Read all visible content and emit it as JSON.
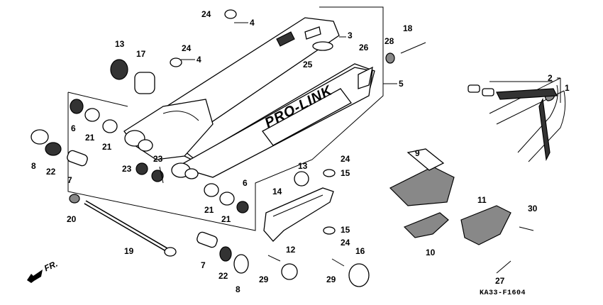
{
  "diagram_code": "KA33-F1604",
  "direction_label": "FR.",
  "swingarm_logo": "PRO-LINK",
  "labels": [
    {
      "id": "1",
      "text": "1"
    },
    {
      "id": "2",
      "text": "2"
    },
    {
      "id": "3",
      "text": "3"
    },
    {
      "id": "4a",
      "text": "4"
    },
    {
      "id": "4b",
      "text": "4"
    },
    {
      "id": "5",
      "text": "5"
    },
    {
      "id": "6a",
      "text": "6"
    },
    {
      "id": "6b",
      "text": "6"
    },
    {
      "id": "7a",
      "text": "7"
    },
    {
      "id": "7b",
      "text": "7"
    },
    {
      "id": "8a",
      "text": "8"
    },
    {
      "id": "8b",
      "text": "8"
    },
    {
      "id": "9",
      "text": "9"
    },
    {
      "id": "10",
      "text": "10"
    },
    {
      "id": "11",
      "text": "11"
    },
    {
      "id": "12",
      "text": "12"
    },
    {
      "id": "13a",
      "text": "13"
    },
    {
      "id": "13b",
      "text": "13"
    },
    {
      "id": "14",
      "text": "14"
    },
    {
      "id": "15a",
      "text": "15"
    },
    {
      "id": "15b",
      "text": "15"
    },
    {
      "id": "16",
      "text": "16"
    },
    {
      "id": "17",
      "text": "17"
    },
    {
      "id": "18",
      "text": "18"
    },
    {
      "id": "19",
      "text": "19"
    },
    {
      "id": "20",
      "text": "20"
    },
    {
      "id": "21a",
      "text": "21"
    },
    {
      "id": "21b",
      "text": "21"
    },
    {
      "id": "21c",
      "text": "21"
    },
    {
      "id": "21d",
      "text": "21"
    },
    {
      "id": "22a",
      "text": "22"
    },
    {
      "id": "22b",
      "text": "22"
    },
    {
      "id": "23a",
      "text": "23"
    },
    {
      "id": "23b",
      "text": "23"
    },
    {
      "id": "24a",
      "text": "24"
    },
    {
      "id": "24b",
      "text": "24"
    },
    {
      "id": "24c",
      "text": "24"
    },
    {
      "id": "24d",
      "text": "24"
    },
    {
      "id": "25",
      "text": "25"
    },
    {
      "id": "26",
      "text": "26"
    },
    {
      "id": "27",
      "text": "27"
    },
    {
      "id": "28",
      "text": "28"
    },
    {
      "id": "29a",
      "text": "29"
    },
    {
      "id": "29b",
      "text": "29"
    },
    {
      "id": "30",
      "text": "30"
    }
  ]
}
